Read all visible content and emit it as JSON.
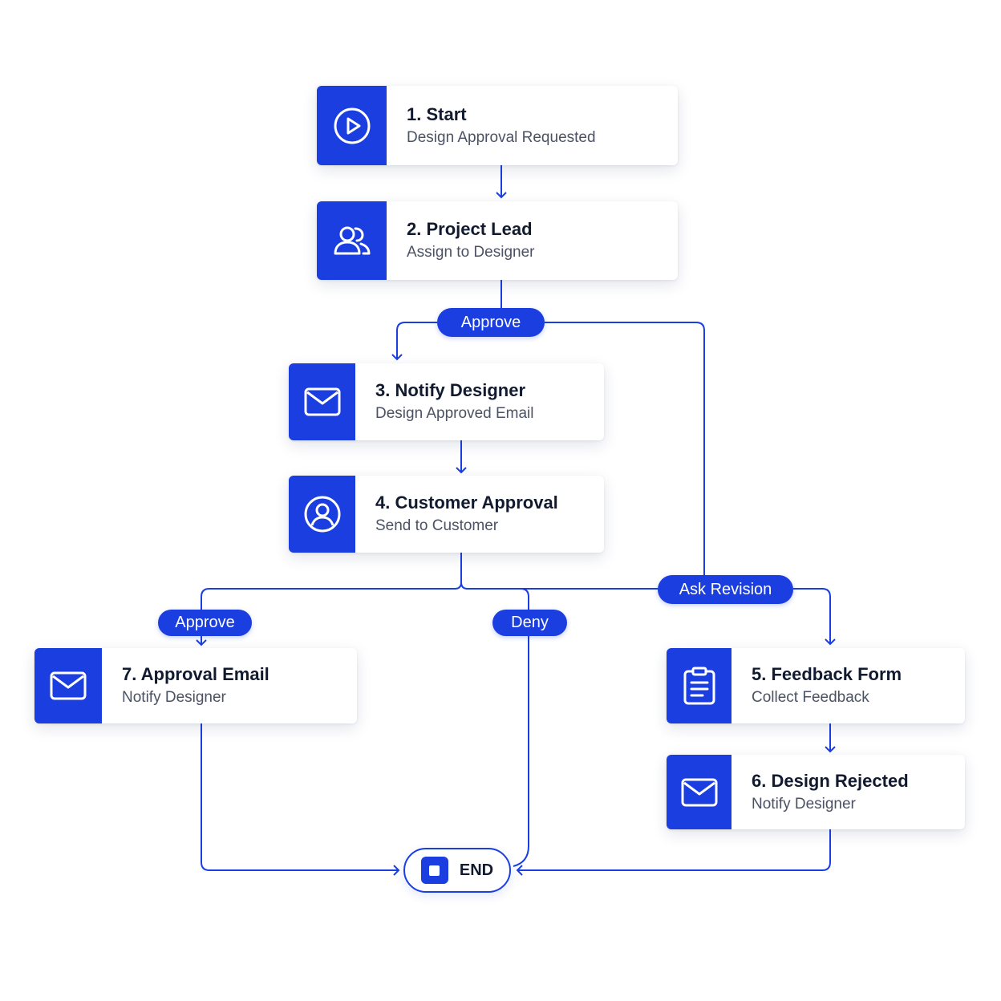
{
  "nodes": {
    "start": {
      "title": "1. Start",
      "subtitle": "Design Approval Requested",
      "icon": "play-circle-icon"
    },
    "project_lead": {
      "title": "2. Project Lead",
      "subtitle": "Assign to Designer",
      "icon": "users-icon"
    },
    "notify_designer": {
      "title": "3. Notify Designer",
      "subtitle": "Design Approved Email",
      "icon": "mail-icon"
    },
    "customer_approval": {
      "title": "4. Customer Approval",
      "subtitle": "Send to Customer",
      "icon": "user-circle-icon"
    },
    "feedback_form": {
      "title": "5. Feedback Form",
      "subtitle": "Collect Feedback",
      "icon": "clipboard-icon"
    },
    "design_rejected": {
      "title": "6. Design Rejected",
      "subtitle": "Notify Designer",
      "icon": "mail-icon"
    },
    "approval_email": {
      "title": "7. Approval Email",
      "subtitle": "Notify Designer",
      "icon": "mail-icon"
    }
  },
  "branches": {
    "approve_top": "Approve",
    "ask_revision": "Ask Revision",
    "approve_bottom": "Approve",
    "deny": "Deny"
  },
  "end": {
    "label": "END",
    "icon": "stop-icon"
  },
  "colors": {
    "accent": "#1a3ee0",
    "title_text": "#111a2e",
    "subtitle_text": "#4b5263"
  }
}
